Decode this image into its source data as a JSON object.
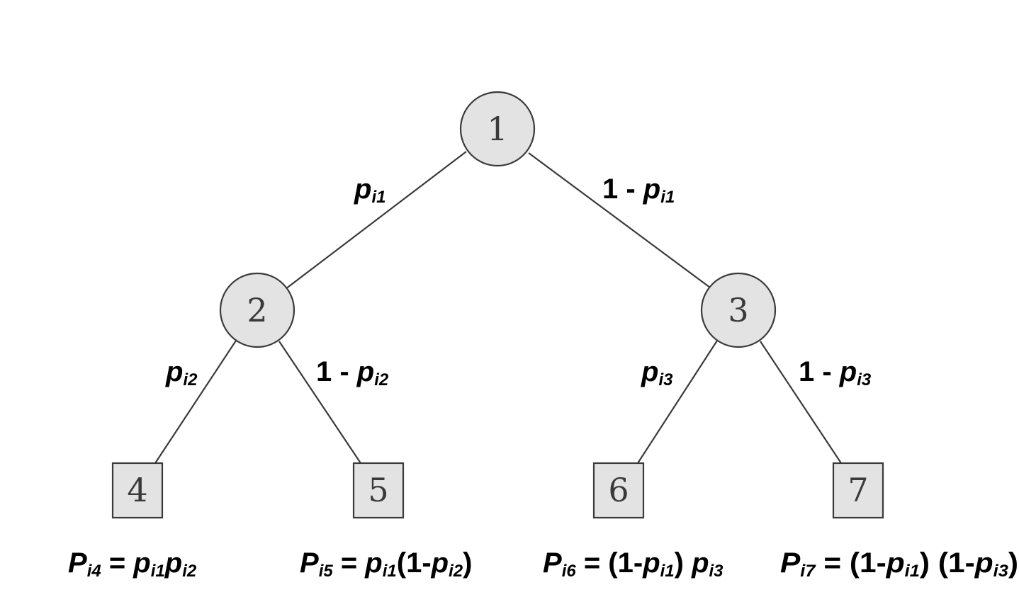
{
  "nodes": {
    "n1": "1",
    "n2": "2",
    "n3": "3",
    "n4": "4",
    "n5": "5",
    "n6": "6",
    "n7": "7"
  },
  "edges": {
    "e12": {
      "var": "p",
      "sub": "i1"
    },
    "e13": {
      "prefix": "1 - ",
      "var": "p",
      "sub": "i1"
    },
    "e24": {
      "var": "p",
      "sub": "i2"
    },
    "e25": {
      "prefix": "1 - ",
      "var": "p",
      "sub": "i2"
    },
    "e36": {
      "var": "p",
      "sub": "i3"
    },
    "e37": {
      "prefix": "1 - ",
      "var": "p",
      "sub": "i3"
    }
  },
  "formulas": {
    "f4": {
      "P": "P",
      "Psub": "i4",
      "eq": " = ",
      "a": "p",
      "asub": "i1",
      "b": "p",
      "bsub": "i2"
    },
    "f5": {
      "P": "P",
      "Psub": "i5",
      "eq": " = ",
      "a": "p",
      "asub": "i1",
      "open": "(1-",
      "b": "p",
      "bsub": "i2",
      "close": ")"
    },
    "f6": {
      "P": "P",
      "Psub": "i6",
      "eq": " = ",
      "open": "(1-",
      "a": "p",
      "asub": "i1",
      "close": ") ",
      "b": "p",
      "bsub": "i3"
    },
    "f7": {
      "P": "P",
      "Psub": "i7",
      "eq": " = ",
      "open": "(1-",
      "a": "p",
      "asub": "i1",
      "mid": ") (1-",
      "b": "p",
      "bsub": "i3",
      "close": ")"
    }
  }
}
